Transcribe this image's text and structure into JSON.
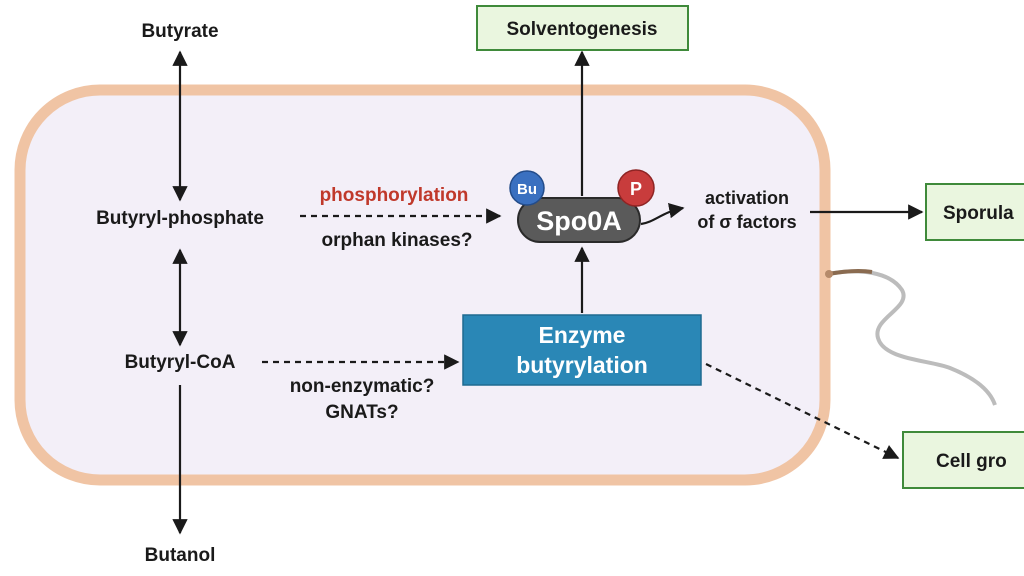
{
  "metabolites": {
    "butyrate": "Butyrate",
    "butyryl_phosphate": "Butyryl-phosphate",
    "butyryl_coa": "Butyryl-CoA",
    "butanol": "Butanol"
  },
  "edges": {
    "phosphorylation": "phosphorylation",
    "orphan_kinases": "orphan kinases?",
    "non_enzymatic": "non-enzymatic?",
    "gnats": "GNATs?",
    "activation_line1": "activation",
    "activation_line2": "of σ factors"
  },
  "protein": {
    "name": "Spo0A",
    "badge_bu": "Bu",
    "badge_p": "P"
  },
  "enzyme_box": {
    "line1": "Enzyme",
    "line2": "butyrylation"
  },
  "outcomes": {
    "solventogenesis": "Solventogenesis",
    "sporulation": "Sporula",
    "cell_growth": "Cell gro"
  },
  "colors": {
    "cell_border": "#f0c4a4",
    "cell_fill": "#f3eff8",
    "enzyme_box": "#2a87b6",
    "outcome_fill": "#eaf6df",
    "outcome_border": "#3f8a3a",
    "spo0a_fill": "#5a5a5a",
    "bu_badge": "#3a70c0",
    "p_badge": "#c83c3c",
    "accent_red": "#c0392b"
  }
}
